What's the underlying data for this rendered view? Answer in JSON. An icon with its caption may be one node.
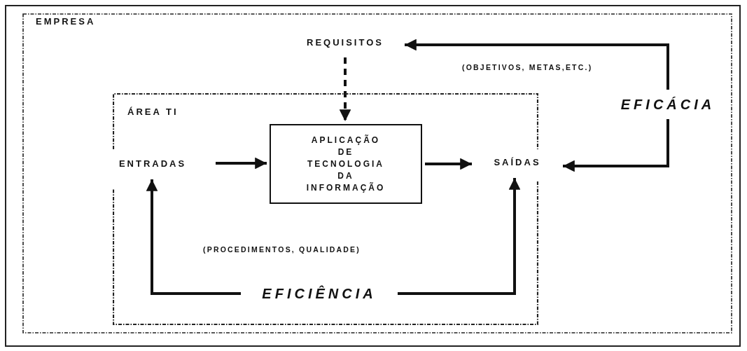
{
  "diagram": {
    "nodes": [
      {
        "text": [
          "EMPRESA"
        ]
      },
      {
        "text": [
          "REQUISITOS"
        ],
        "in": 0
      },
      {
        "text": [
          "ÁREA TI"
        ],
        "in": 0
      },
      {
        "text": [
          "ENTRADAS"
        ],
        "in": 2
      },
      {
        "text": [
          "APLICAÇÃO DE TECNOLOGIA DA INFORMAÇÃO"
        ],
        "in": 2
      },
      {
        "text": [
          "SAÍDAS"
        ],
        "in": 2
      },
      {
        "text": [
          "EFICÁCIA"
        ],
        "in": 0
      },
      {
        "text": [
          "EFICIÊNCIA"
        ],
        "in": 2
      }
    ],
    "edges": [
      {
        "from": 1,
        "to": 4,
        "arrow": "to",
        "style": "dashed"
      },
      {
        "from": 3,
        "to": 4,
        "arrow": "to"
      },
      {
        "from": 4,
        "to": 5,
        "arrow": "to"
      },
      {
        "from": 6,
        "to": 1,
        "arrow": "to",
        "label": "(OBJETIVOS, METAS,ETC.)"
      },
      {
        "from": 6,
        "to": 5,
        "arrow": "to"
      },
      {
        "from": 7,
        "to": 3,
        "arrow": "to"
      },
      {
        "from": 7,
        "to": 5,
        "arrow": "to"
      }
    ],
    "labels": [
      "(PROCEDIMENTOS, QUALIDADE)"
    ]
  }
}
